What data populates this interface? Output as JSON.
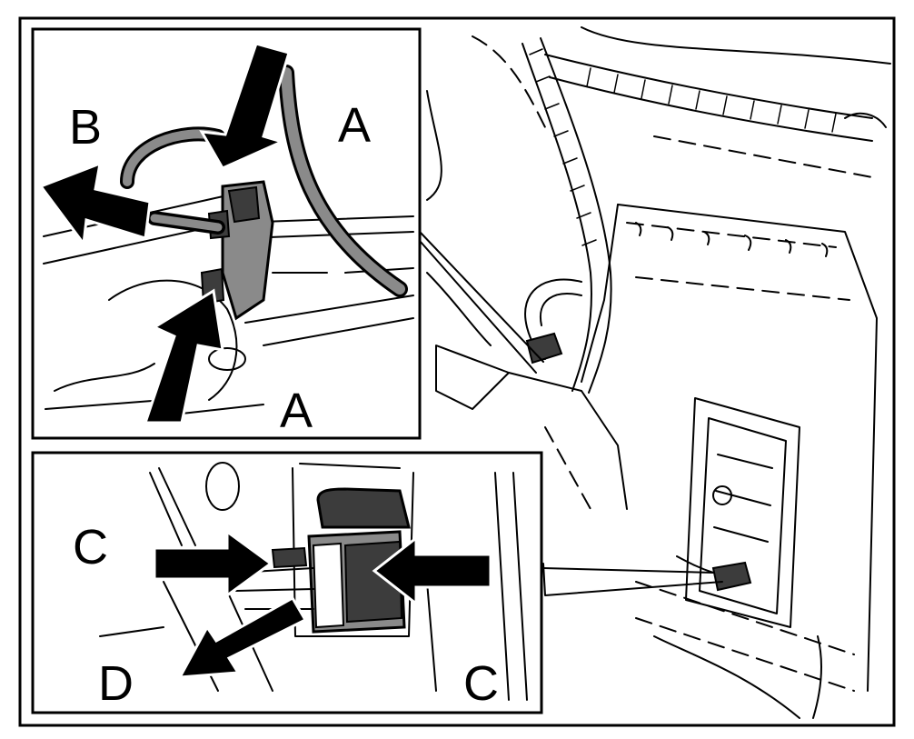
{
  "labels": {
    "a_top": "A",
    "a_bottom": "A",
    "b": "B",
    "c_left": "C",
    "c_right": "C",
    "d": "D"
  },
  "colors": {
    "line": "#000000",
    "arrow": "#000000",
    "background": "#ffffff",
    "connector_gray": "#8a8a8a",
    "connector_dark": "#3c3c3c"
  },
  "icons": {
    "arrows": [
      "arrow-down-icon",
      "arrow-up-icon",
      "arrow-left-icon",
      "arrow-right-icon",
      "arrow-diagonal-icon"
    ]
  }
}
